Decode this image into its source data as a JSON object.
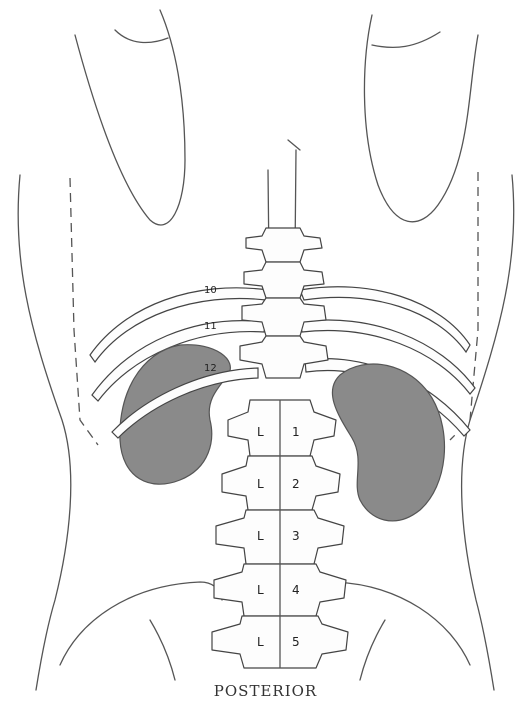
{
  "caption": "POSTERIOR",
  "rib_labels": [
    "10",
    "11",
    "12"
  ],
  "lumbar": [
    {
      "letter": "L",
      "number": "1"
    },
    {
      "letter": "L",
      "number": "2"
    },
    {
      "letter": "L",
      "number": "3"
    },
    {
      "letter": "L",
      "number": "4"
    },
    {
      "letter": "L",
      "number": "5"
    }
  ],
  "colors": {
    "kidney": "#8a8a8a",
    "outline": "#555555"
  }
}
